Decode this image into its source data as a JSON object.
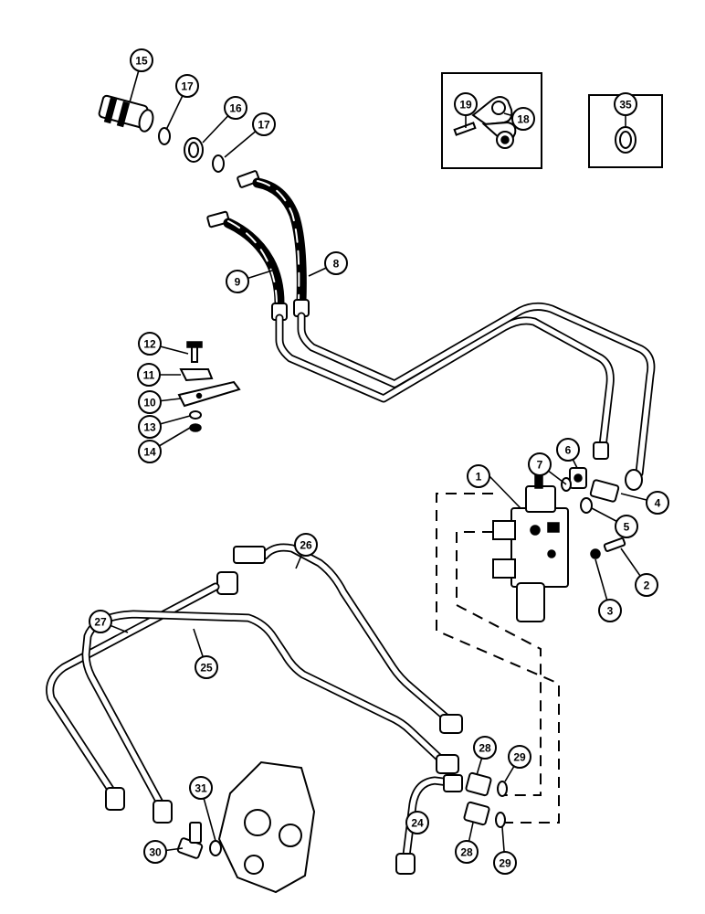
{
  "callouts": [
    {
      "label": "1",
      "color": "#000000"
    },
    {
      "label": "2"
    },
    {
      "label": "3"
    },
    {
      "label": "4"
    },
    {
      "label": "5"
    },
    {
      "label": "6"
    },
    {
      "label": "7"
    },
    {
      "label": "8"
    },
    {
      "label": "9"
    },
    {
      "label": "10"
    },
    {
      "label": "11"
    },
    {
      "label": "12"
    },
    {
      "label": "13"
    },
    {
      "label": "14"
    },
    {
      "label": "15"
    },
    {
      "label": "16"
    },
    {
      "label": "17"
    },
    {
      "label": "17"
    },
    {
      "label": "18"
    },
    {
      "label": "19"
    },
    {
      "label": "24"
    },
    {
      "label": "25"
    },
    {
      "label": "26"
    },
    {
      "label": "27"
    },
    {
      "label": "28"
    },
    {
      "label": "28"
    },
    {
      "label": "29"
    },
    {
      "label": "29"
    },
    {
      "label": "30"
    },
    {
      "label": "31"
    },
    {
      "label": "35"
    }
  ],
  "style": {
    "line_color": "#000000",
    "background": "#ffffff"
  }
}
